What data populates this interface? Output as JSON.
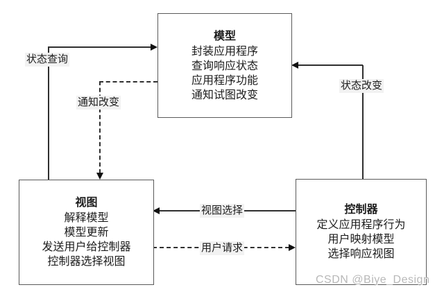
{
  "diagram": {
    "boxes": {
      "model": {
        "title": "模型",
        "lines": [
          "封装应用程序",
          "查询响应状态",
          "应用程序功能",
          "通知试图改变"
        ]
      },
      "view": {
        "title": "视图",
        "lines": [
          "解释模型",
          "模型更新",
          "发送用户给控制器",
          "控制器选择视图"
        ]
      },
      "controller": {
        "title": "控制器",
        "lines": [
          "定义应用程序行为",
          "用户映射模型",
          "选择响应视图"
        ]
      }
    },
    "edges": {
      "state_query": {
        "label": "状态查询",
        "style": "solid",
        "from": "view",
        "to": "model"
      },
      "notify_change": {
        "label": "通知改变",
        "style": "dashed",
        "from": "model",
        "to": "view"
      },
      "state_change": {
        "label": "状态改变",
        "style": "solid",
        "from": "controller",
        "to": "model"
      },
      "view_select": {
        "label": "视图选择",
        "style": "solid",
        "from": "controller",
        "to": "view"
      },
      "user_request": {
        "label": "用户请求",
        "style": "dashed",
        "from": "view",
        "to": "controller"
      }
    },
    "watermark": "CSDN @Biye_Design",
    "colors": {
      "line": "#2f2f2f",
      "box_border": "#595959",
      "label_background": "#f2f2f2",
      "watermark": "#b8b8b8",
      "background": "#ffffff"
    }
  }
}
